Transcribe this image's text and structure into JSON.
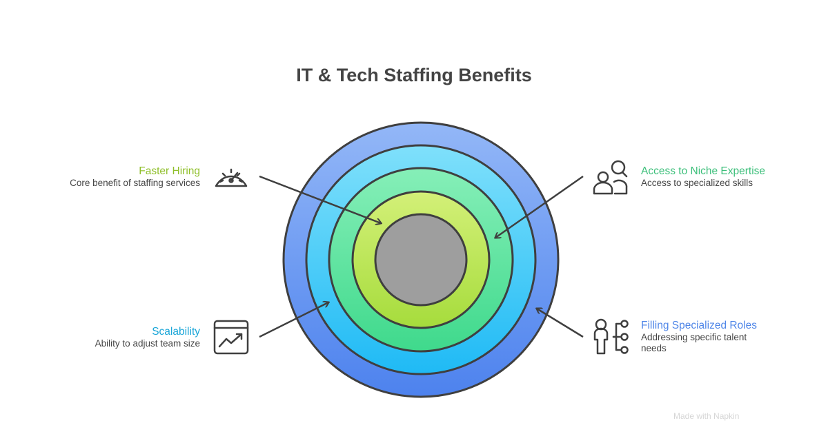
{
  "title": "IT & Tech Staffing Benefits",
  "benefits": {
    "faster_hiring": {
      "title": "Faster Hiring",
      "desc": "Core benefit of staffing services",
      "color": "#8fbf2a",
      "icon": "speedometer-icon"
    },
    "scalability": {
      "title": "Scalability",
      "desc": "Ability to adjust team size",
      "color": "#1aa6d8",
      "icon": "chart-trending-up-icon"
    },
    "niche_expertise": {
      "title": "Access to Niche Expertise",
      "desc": "Access to specialized skills",
      "color": "#3cbf7a",
      "icon": "people-search-icon"
    },
    "specialized_roles": {
      "title": "Filling Specialized Roles",
      "desc_line1": "Addressing specific talent",
      "desc_line2": "needs",
      "color": "#4f86e8",
      "icon": "person-network-icon"
    }
  },
  "rings": {
    "colors": [
      "#5b8cf0",
      "#2fc3f7",
      "#49de9a",
      "#b3e34a",
      "#9e9e9e"
    ],
    "stroke": "#3f3f3f"
  },
  "watermark": "Made with Napkin"
}
